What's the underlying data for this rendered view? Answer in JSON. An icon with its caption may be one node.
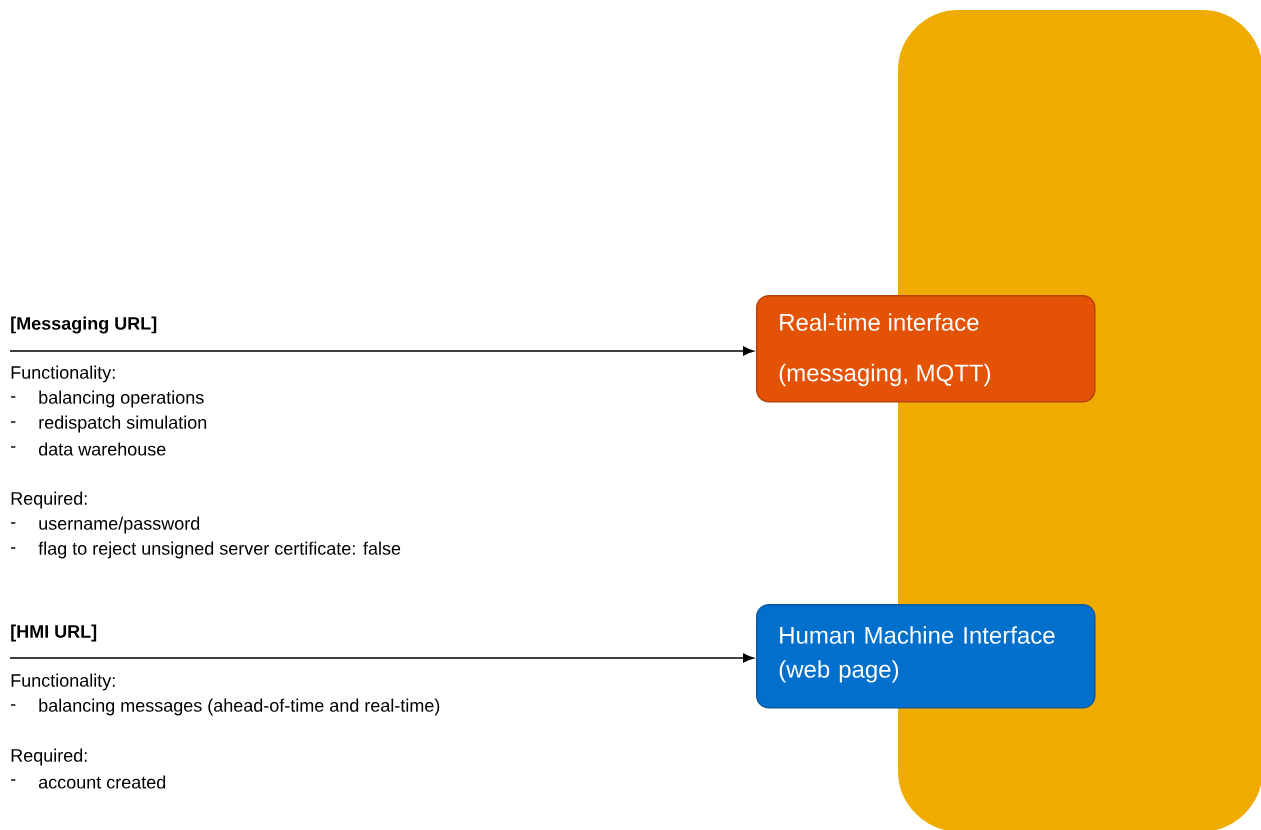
{
  "diagram": {
    "nodes": [
      {
        "text": [],
        "shape": "box"
      },
      {
        "text": [
          "Real-time interface",
          "(messaging, MQTT)"
        ]
      },
      {
        "text": [
          "Human Machine Interface (web page)"
        ]
      }
    ],
    "edges": [
      {
        "from": null,
        "to": 1,
        "arrow": "to"
      },
      {
        "from": null,
        "to": 2,
        "arrow": "to"
      }
    ],
    "labels": [
      "[Messaging URL]",
      "Functionality:",
      "-",
      "balancing operations",
      "-",
      "redispatch simulation",
      "-",
      "data warehouse",
      "Required:",
      "-",
      "username/password",
      "-",
      "flag to reject unsigned server certificate: false",
      "[HMI URL]",
      "Functionality:",
      "-",
      "balancing messages (ahead-of-time and real-time)",
      "Required:",
      "-",
      "account created"
    ]
  }
}
